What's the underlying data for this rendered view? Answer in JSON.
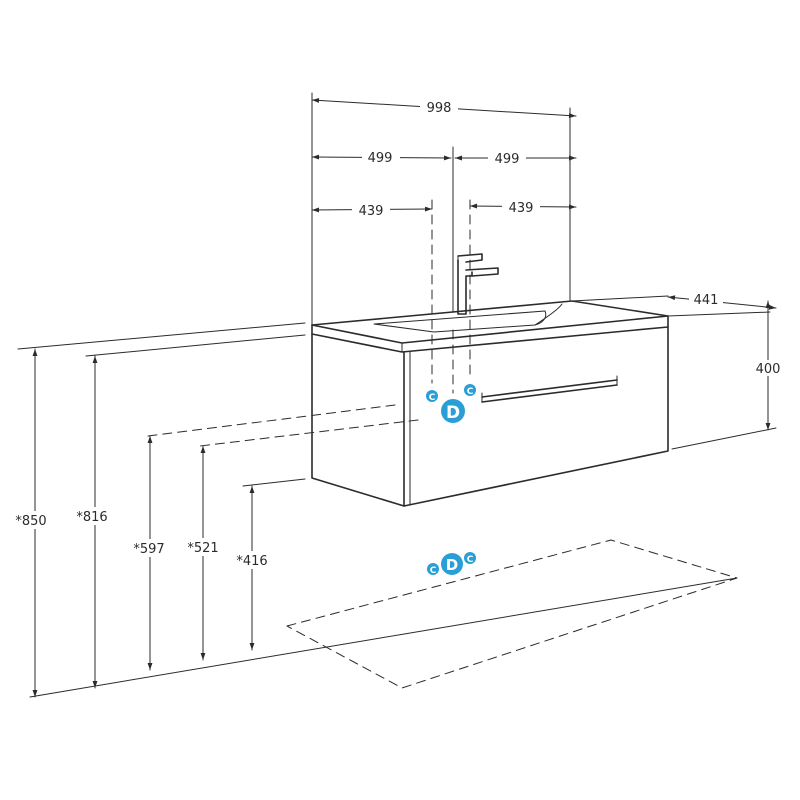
{
  "dimensions": {
    "total_width": "998",
    "left_half": "499",
    "right_half": "499",
    "left_offset": "439",
    "right_offset": "439",
    "depth": "441",
    "cabinet_height": "400",
    "height_850": "*850",
    "height_816": "*816",
    "height_597": "*597",
    "height_521": "*521",
    "height_416": "*416"
  },
  "connections": {
    "cold_label": "C",
    "drain_label": "D",
    "color": "#2a9fd6"
  }
}
